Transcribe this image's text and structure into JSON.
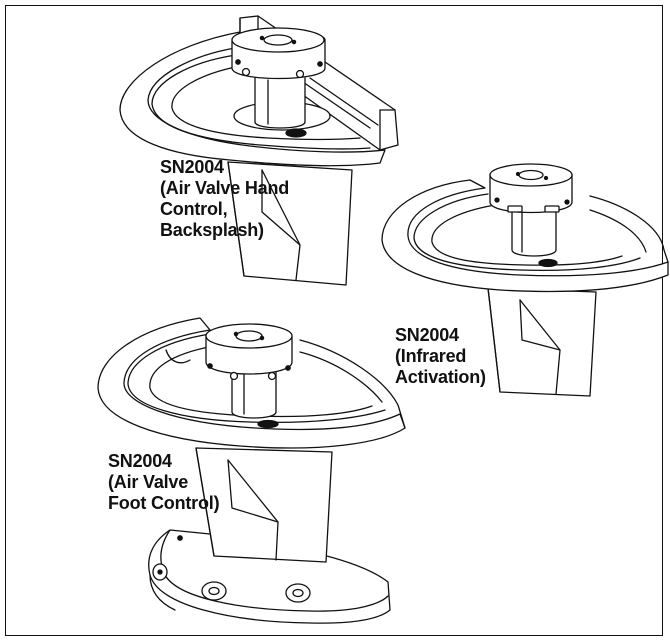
{
  "labels": {
    "hand_control": {
      "model": "SN2004",
      "lines": [
        "(Air Valve Hand",
        "Control,",
        "Backsplash)"
      ]
    },
    "infrared": {
      "model": "SN2004",
      "lines": [
        "(Infrared",
        "Activation)"
      ]
    },
    "foot_control": {
      "model": "SN2004",
      "lines": [
        "(Air Valve",
        "Foot Control)"
      ]
    }
  },
  "colors": {
    "stroke": "#111111",
    "background": "#ffffff"
  }
}
